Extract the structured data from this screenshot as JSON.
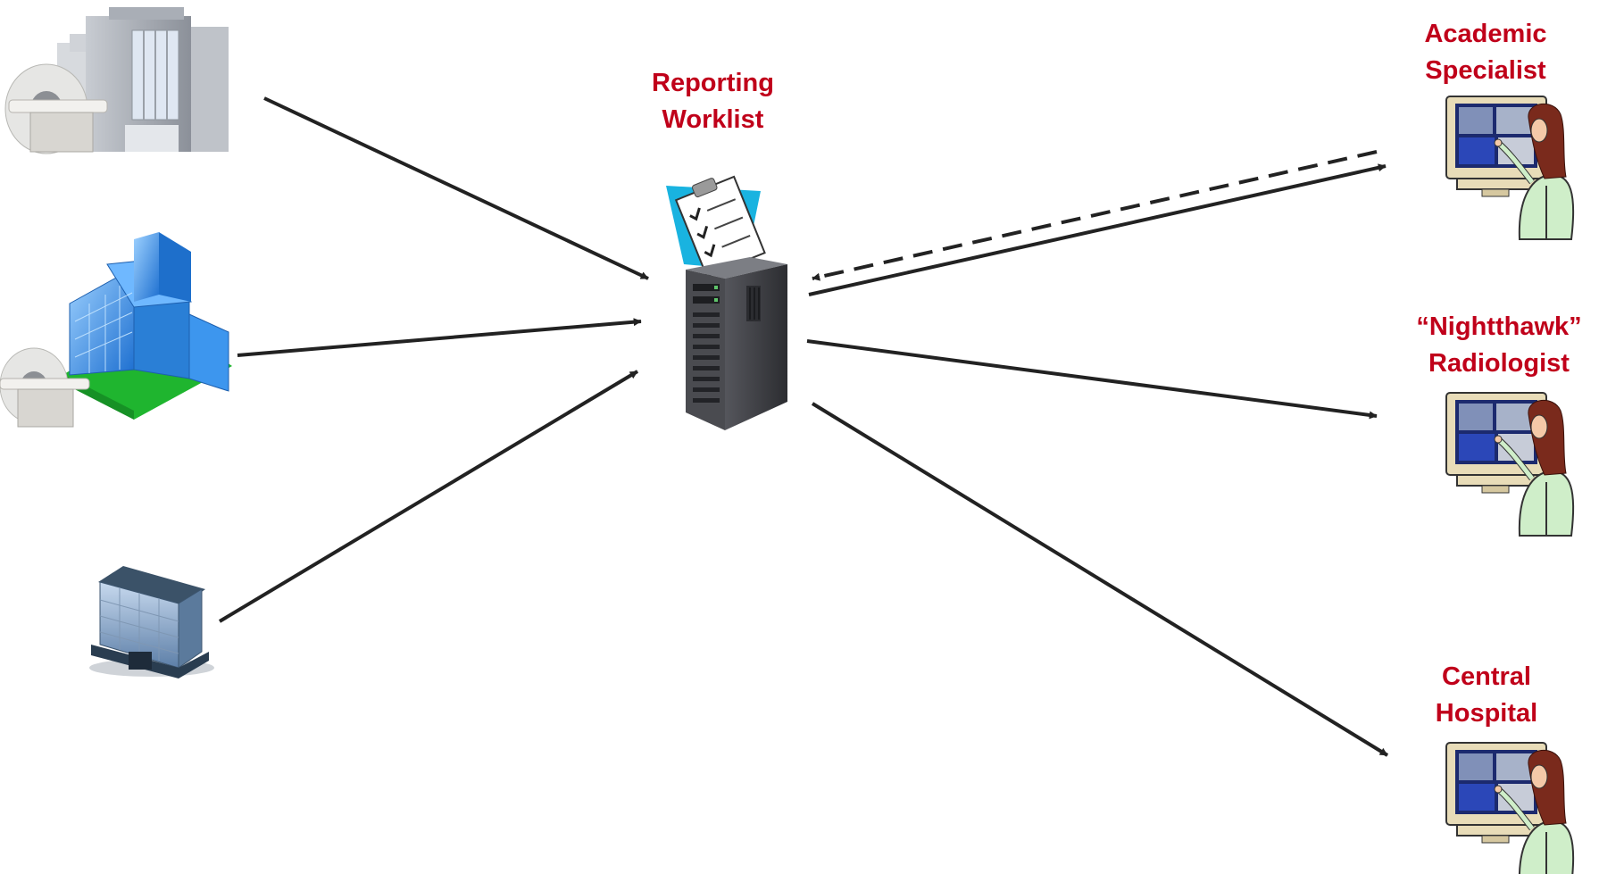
{
  "server": {
    "label_line1": "Reporting",
    "label_line2": "Worklist",
    "icon": "server-icon",
    "badge_icon": "clipboard-checklist-icon"
  },
  "sources": [
    {
      "name": "source-site-1",
      "icon": "building-with-ct-scanner-icon"
    },
    {
      "name": "source-site-2",
      "icon": "glass-building-with-ct-scanner-icon"
    },
    {
      "name": "source-site-3",
      "icon": "office-building-icon"
    }
  ],
  "destinations": [
    {
      "name": "academic-specialist",
      "line1": "Academic",
      "line2": "Specialist",
      "icon": "radiologist-at-workstation-icon",
      "link": "bidirectional"
    },
    {
      "name": "nighthawk-radiologist",
      "line1": "“Nightthawk”",
      "line2": "Radiologist",
      "icon": "radiologist-at-workstation-icon",
      "link": "outgoing"
    },
    {
      "name": "central-hospital",
      "line1": "Central",
      "line2": "Hospital",
      "icon": "radiologist-at-workstation-icon",
      "link": "outgoing"
    }
  ],
  "colors": {
    "label_red": "#c0001a",
    "arrow": "#222222",
    "building_grey": "#9aa0a8",
    "glass_blue": "#3b8fe0",
    "lawn_green": "#22b83a",
    "server_dark": "#3c3d42",
    "clipboard_cyan": "#19b3e0",
    "monitor_beige": "#e8dcb8",
    "coat_green": "#cfeec9",
    "hair_brown": "#7a2a1c"
  }
}
